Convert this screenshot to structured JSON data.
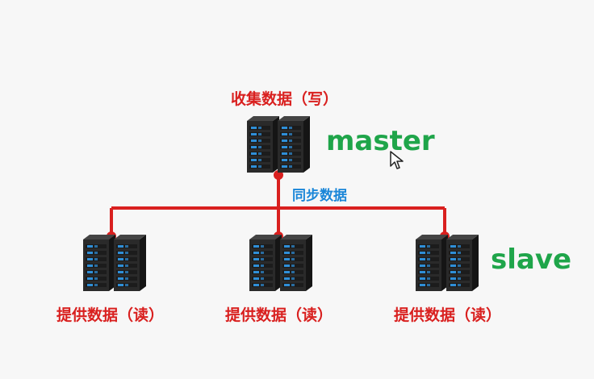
{
  "master": {
    "caption": "收集数据（写）",
    "role": "master"
  },
  "sync_label": "同步数据",
  "slave_role": "slave",
  "slaves": [
    {
      "caption": "提供数据（读）"
    },
    {
      "caption": "提供数据（读）"
    },
    {
      "caption": "提供数据（读）"
    }
  ],
  "colors": {
    "line": "#d9201f",
    "caption": "#d9201f",
    "sync": "#1a86d8",
    "role": "#1fa54a",
    "server_body": "#2a2a2a",
    "server_led": "#2f8fd8"
  },
  "icons": [
    "server-icon",
    "cursor-icon"
  ]
}
